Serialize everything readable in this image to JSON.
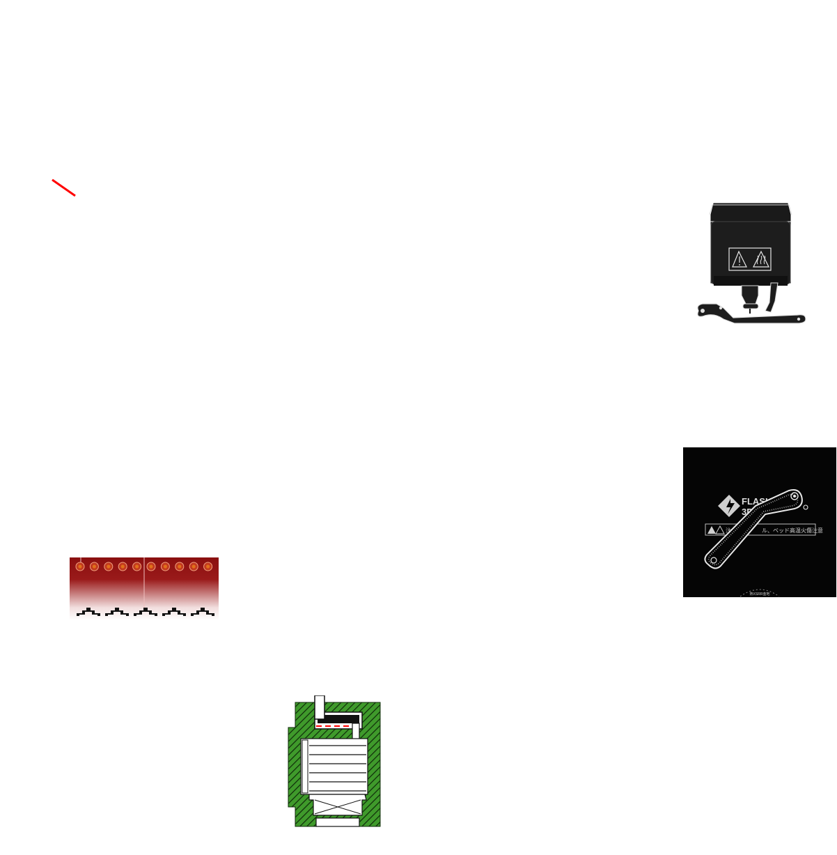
{
  "accent_red": "#ff0000",
  "illustrations": {
    "nozzle_heater": {
      "icon": "printer-nozzle-icon",
      "warning_icons": [
        "warning-triangle-icon",
        "hot-surface-icon"
      ]
    },
    "heater_strip": {
      "icon": "heater-strip-icon",
      "colors": {
        "top": "#8a0f0f",
        "bottom": "#ffffff",
        "heater": "#e0701a"
      }
    },
    "nozzle_cross_section": {
      "icon": "cross-section-icon",
      "colors": {
        "hatch": "#3f9a2b",
        "dash": "#ff0000"
      }
    },
    "build_plate": {
      "icon": "build-plate-icon",
      "brand_first": "FLASHFOR",
      "brand_second": "3D",
      "warning_prefix": "注",
      "warning_text": "ル、ベッド高温火傷注意",
      "bottom_caption": "熱XSRR金地"
    }
  }
}
